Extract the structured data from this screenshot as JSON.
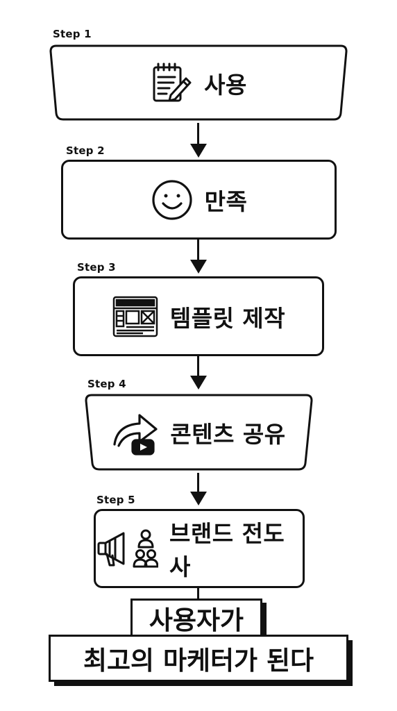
{
  "steps": [
    {
      "label": "Step 1",
      "title": "사용",
      "icon": "notepad-pencil-icon"
    },
    {
      "label": "Step 2",
      "title": "만족",
      "icon": "smiley-face-icon"
    },
    {
      "label": "Step 3",
      "title": "템플릿 제작",
      "icon": "template-layout-icon"
    },
    {
      "label": "Step 4",
      "title": "콘텐츠 공유",
      "icon": "share-video-icon"
    },
    {
      "label": "Step 5",
      "title": "브랜드 전도사",
      "icon": "megaphone-people-icon"
    }
  ],
  "conclusion": {
    "line1": "사용자가",
    "line2": "최고의 마케터가 된다"
  }
}
